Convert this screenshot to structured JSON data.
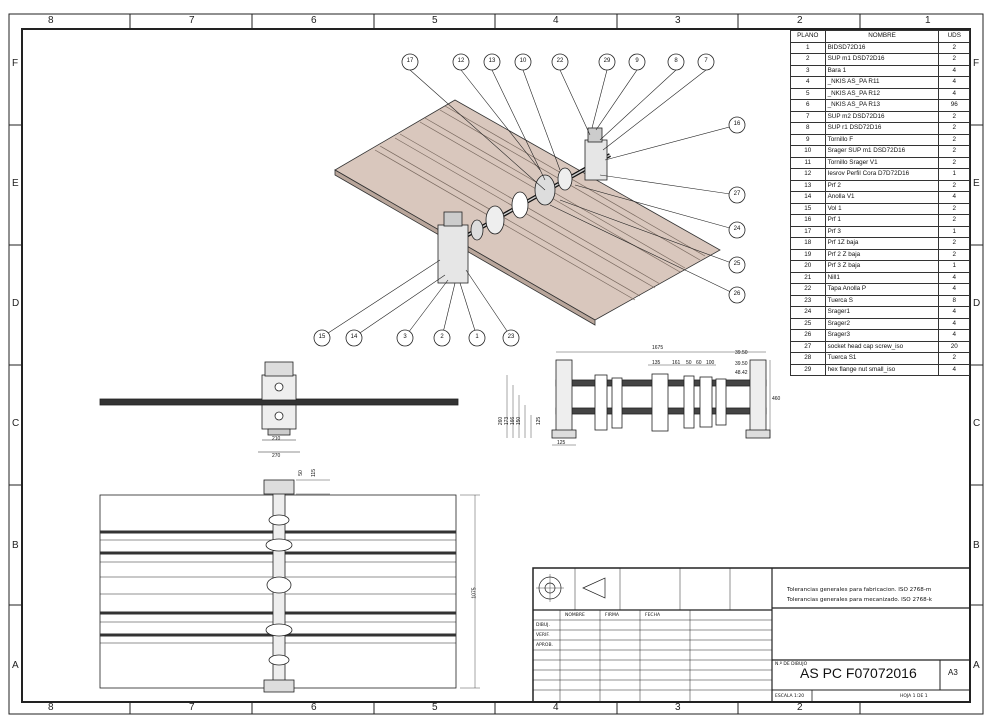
{
  "grid": {
    "columns": [
      "8",
      "7",
      "6",
      "5",
      "4",
      "3",
      "2",
      "1"
    ],
    "rows": [
      "F",
      "E",
      "D",
      "C",
      "B",
      "A"
    ]
  },
  "bom": {
    "headers": [
      "PLANO",
      "NOMBRE",
      "UDS"
    ],
    "rows": [
      [
        "1",
        "BIDSD72D16",
        "2"
      ],
      [
        "2",
        "SUP m1 DSD72D16",
        "2"
      ],
      [
        "3",
        "Bara 1",
        "4"
      ],
      [
        "4",
        "_NKIS AS_PA R11",
        "4"
      ],
      [
        "5",
        "_NKIS AS_PA R12",
        "4"
      ],
      [
        "6",
        "_NKIS AS_PA R13",
        "96"
      ],
      [
        "7",
        "SUP m2 DSD72D16",
        "2"
      ],
      [
        "8",
        "SUP r1 DSD72D16",
        "2"
      ],
      [
        "9",
        "Tornillo F",
        "2"
      ],
      [
        "10",
        "Srager SUP m1 DSD72D16",
        "2"
      ],
      [
        "11",
        "Tornillo Srager V1",
        "2"
      ],
      [
        "12",
        "Iesrov Perfil Cora D7D72D16",
        "1"
      ],
      [
        "13",
        "Prf 2",
        "2"
      ],
      [
        "14",
        "Anolla V1",
        "4"
      ],
      [
        "15",
        "Vol 1",
        "2"
      ],
      [
        "16",
        "Prf 1",
        "2"
      ],
      [
        "17",
        "Prf 3",
        "1"
      ],
      [
        "18",
        "Prf 1Z baja",
        "2"
      ],
      [
        "19",
        "Prf 2 Z baja",
        "2"
      ],
      [
        "20",
        "Prf 3 Z baja",
        "1"
      ],
      [
        "21",
        "Nill1",
        "4"
      ],
      [
        "22",
        "Tapa Anolla P",
        "4"
      ],
      [
        "23",
        "Tuerca S",
        "8"
      ],
      [
        "24",
        "Srager1",
        "4"
      ],
      [
        "25",
        "Srager2",
        "4"
      ],
      [
        "26",
        "Srager3",
        "4"
      ],
      [
        "27",
        "socket head cap screw_iso",
        "20"
      ],
      [
        "28",
        "Tuerca S1",
        "2"
      ],
      [
        "29",
        "hex flange nut small_iso",
        "4"
      ]
    ]
  },
  "balloons_top": [
    "17",
    "12",
    "13",
    "10",
    "22",
    "29",
    "9",
    "8",
    "7"
  ],
  "balloons_right": [
    "16",
    "27",
    "24",
    "25",
    "26"
  ],
  "balloons_bottom": [
    "15",
    "14",
    "3",
    "2",
    "1",
    "23"
  ],
  "dimensions": {
    "front_width": "1675",
    "front_height": "460",
    "front_inner": [
      "135",
      "161",
      "50",
      "60",
      "100"
    ],
    "front_right": [
      "39.50",
      "39.50",
      "48.42"
    ],
    "front_left": [
      "260",
      "173",
      "166",
      "150",
      "125"
    ],
    "front_base": "125",
    "side_a": "210",
    "side_b": "270",
    "plan_height": "1075",
    "plan_top": [
      "50",
      "115"
    ]
  },
  "title_block": {
    "tolerance_1": "Tolerancias generales para fabricacion. ISO 2768-m",
    "tolerance_2": "Tolerancias generales para mecanizado. ISO 2768-k",
    "col_headers": [
      "NOMBRE",
      "FIRMA",
      "FECHA"
    ],
    "row_labels": [
      "DIBUJ.",
      "VERIF.",
      "APROB."
    ],
    "drawing_no_label": "N.º DE DIBUJO",
    "drawing_no": "AS PC F07072016",
    "format": "A3",
    "scale_label": "ESCALA 1:20",
    "sheet_label": "HOJA 1 DE 1"
  }
}
